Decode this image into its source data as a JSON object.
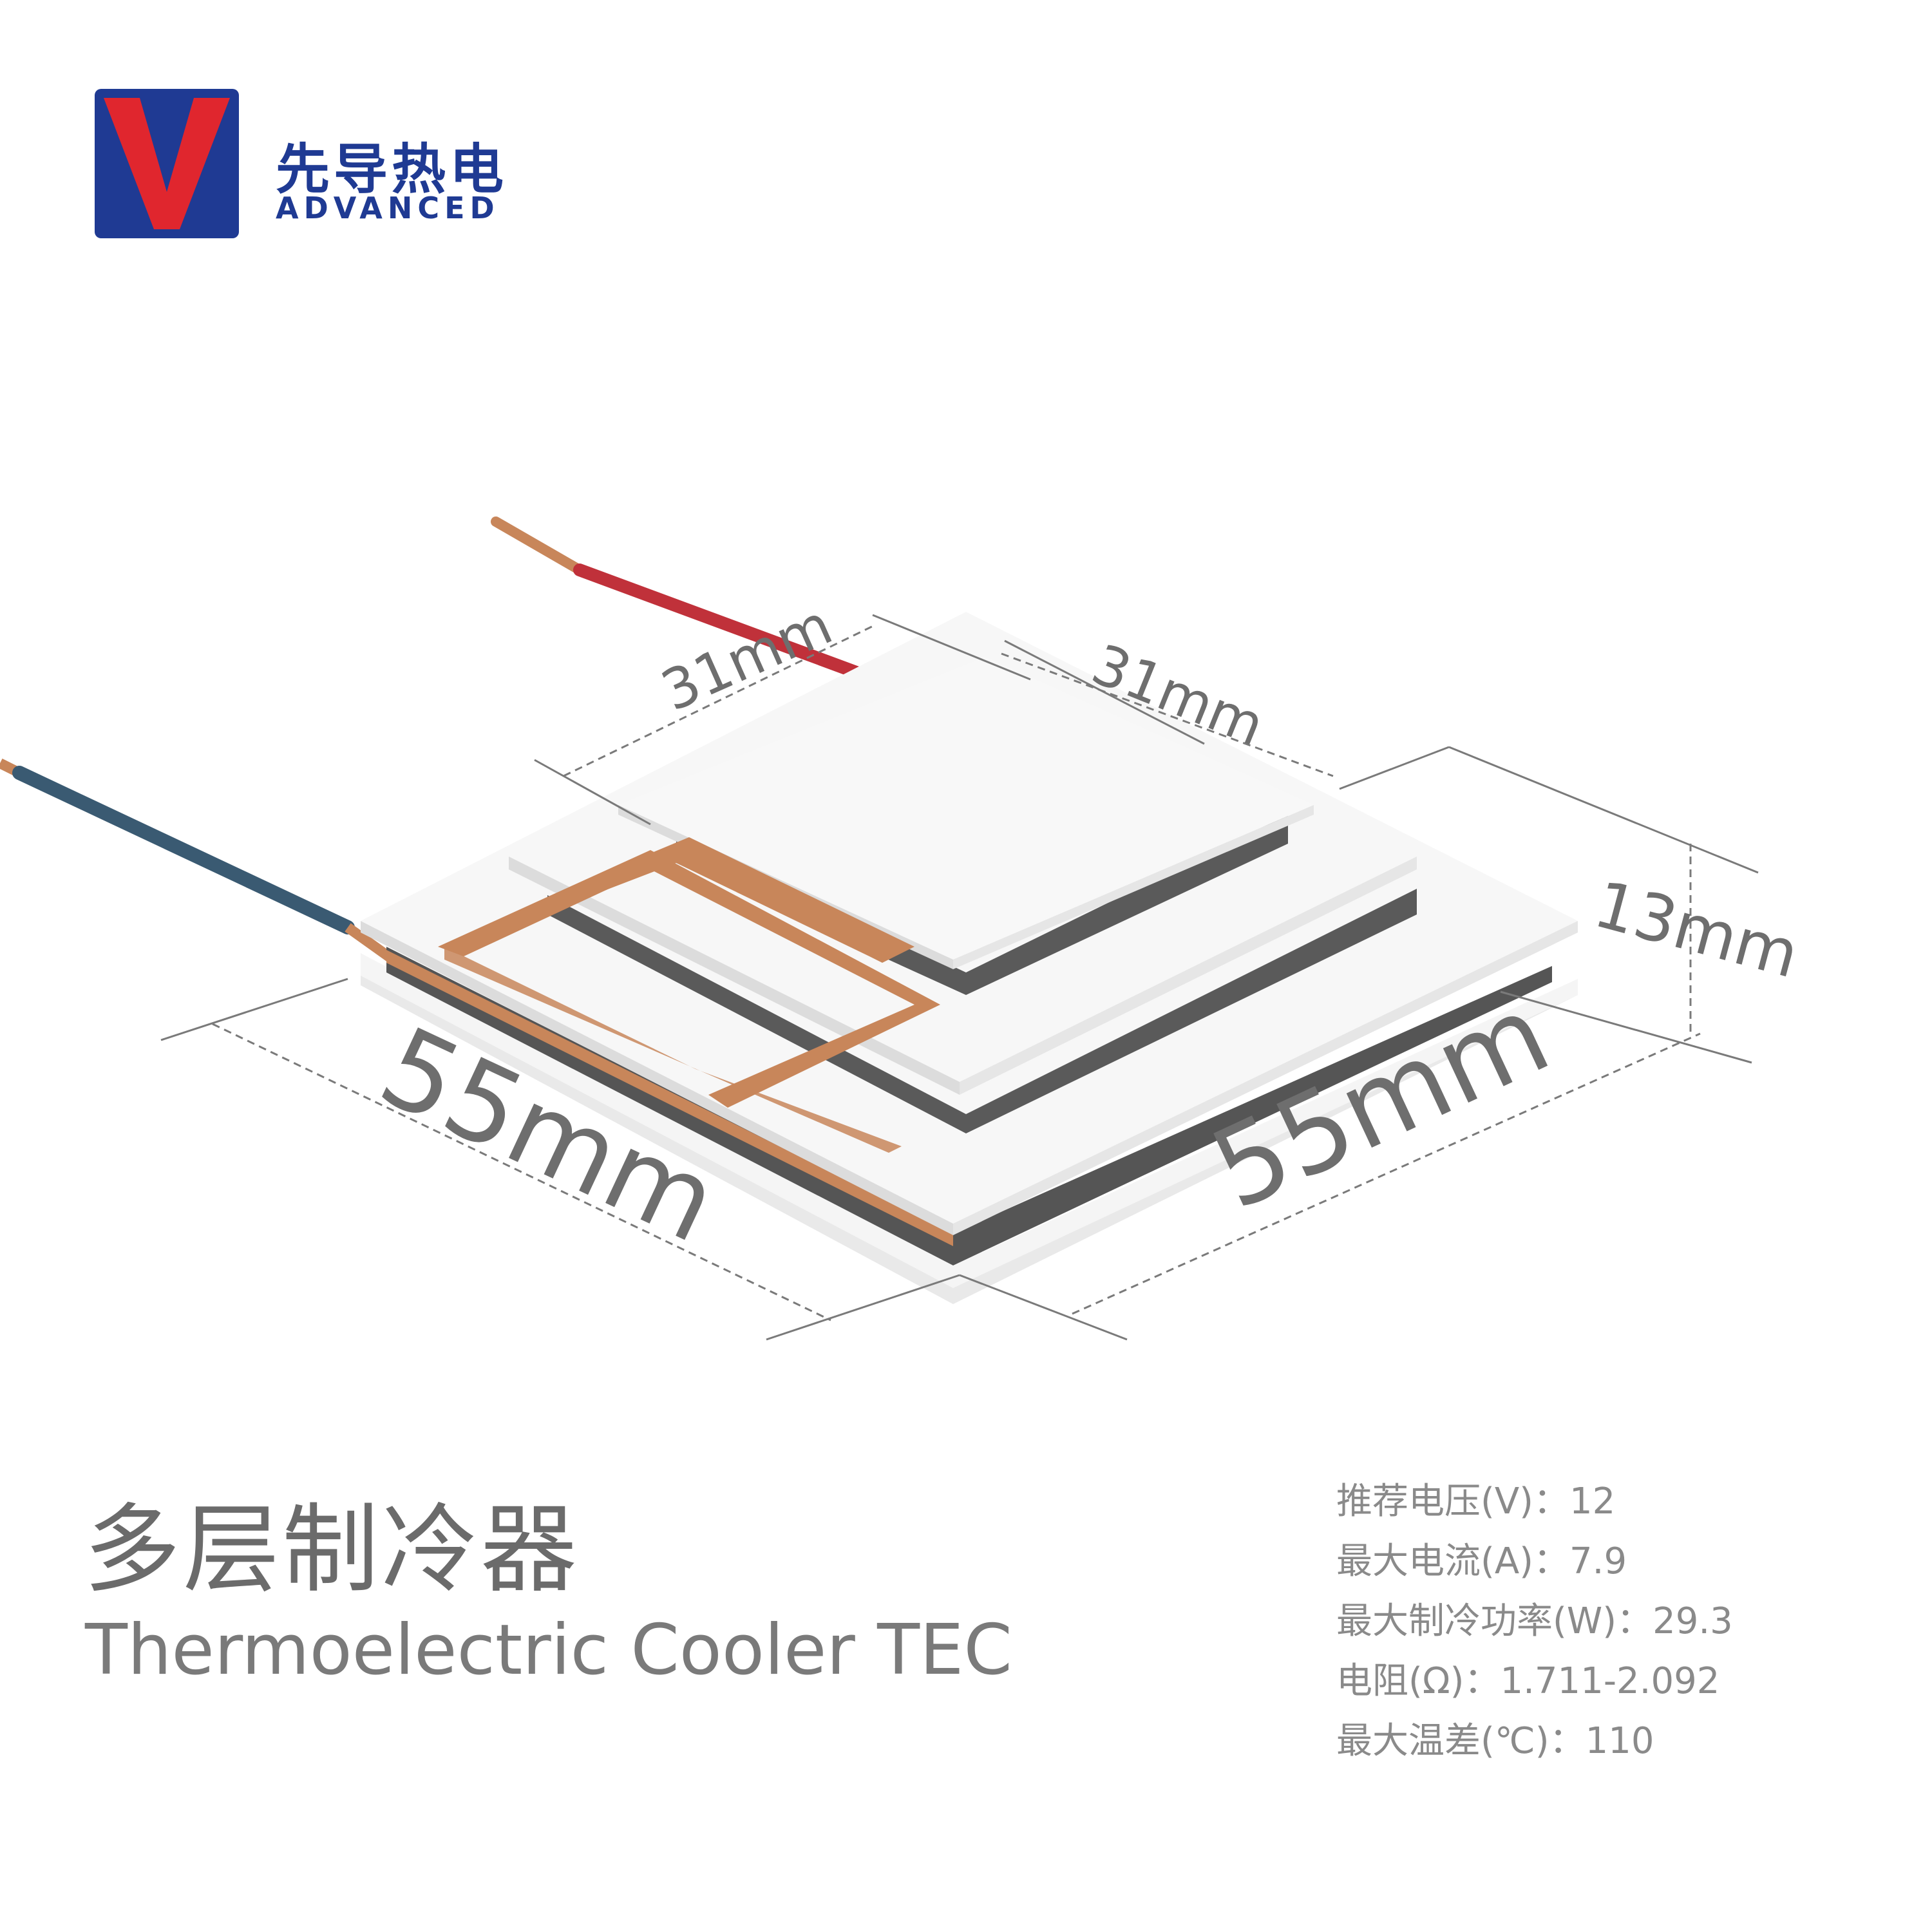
{
  "brand": {
    "name_cn": "先导热电",
    "name_en": "ADVANCED",
    "colors": {
      "blue": "#1f3a93",
      "red": "#e0262e"
    }
  },
  "dimensions": {
    "top_width": "31mm",
    "top_depth": "31mm",
    "height": "13mm",
    "base_width": "55mm",
    "base_depth": "55mm"
  },
  "product": {
    "title_cn": "多层制冷器",
    "title_en": "Thermoelectric Cooler TEC"
  },
  "specs": [
    {
      "label": "推荐电压(V)",
      "value": "12"
    },
    {
      "label": "最大电流(A)",
      "value": "7.9"
    },
    {
      "label": "最大制冷功率(W)",
      "value": "29.3"
    },
    {
      "label": "电阻(Ω)",
      "value": "1.711-2.092"
    },
    {
      "label": "最大温差(℃)",
      "value": "110"
    }
  ]
}
